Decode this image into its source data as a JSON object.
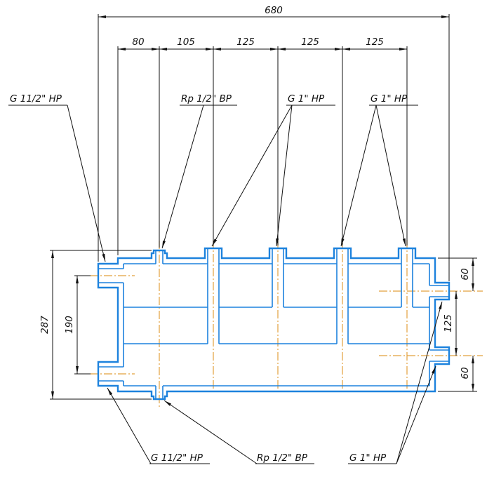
{
  "drawing": {
    "type": "manifold-section-technical-drawing",
    "colors": {
      "part_line": "#1d82dd",
      "centerline": "#e2a13c",
      "dimension_line": "#111111",
      "background": "#ffffff"
    },
    "dims": {
      "total_width": "680",
      "top_chain": [
        "80",
        "105",
        "125",
        "125",
        "125"
      ],
      "overall_height": "287",
      "left_port_spacing": "190",
      "right_chain": [
        "60",
        "125",
        "60"
      ]
    },
    "labels": {
      "top_left_port": "G 11/2\" НР",
      "top_vent_port": "Rp 1/2\" ВР",
      "top_outlets_1": "G 1\" НР",
      "top_outlets_2": "G 1\" НР",
      "bottom_left_port": "G 11/2\" НР",
      "bottom_drain_port": "Rp 1/2\" ВР",
      "right_outlets": "G 1\" НР"
    }
  }
}
